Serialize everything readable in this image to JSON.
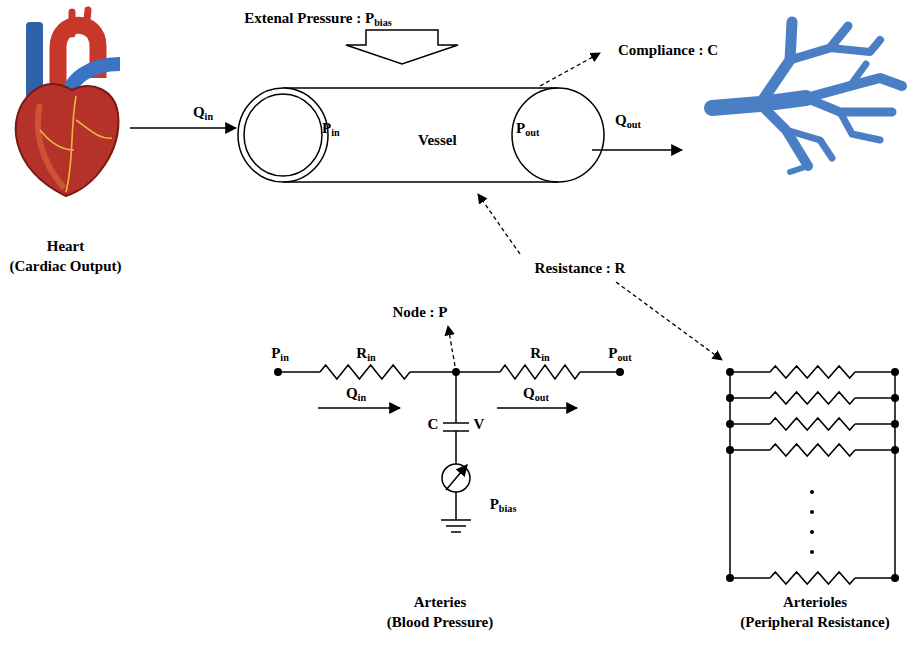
{
  "diagram": {
    "nodes": [
      {
        "text": [
          "Heart (Cardiac Output)"
        ]
      },
      {
        "text": [
          "Pin",
          "Vessel",
          "Pout"
        ]
      }
    ],
    "edges": [
      {
        "from": 0,
        "to": 1,
        "arrow": "to",
        "label": "Qin"
      }
    ],
    "labels": [
      "Extenal Pressure : Pbias",
      "Compliance : C",
      "Qout",
      "Resistance : R",
      "Node : P",
      "Pin",
      "Rin",
      "Rin",
      "Pout",
      "Qin",
      "Qout",
      "C",
      "V",
      "Pbias",
      "Arteries (Blood Pressure)",
      "Arterioles (Peripheral Resistance)"
    ]
  }
}
